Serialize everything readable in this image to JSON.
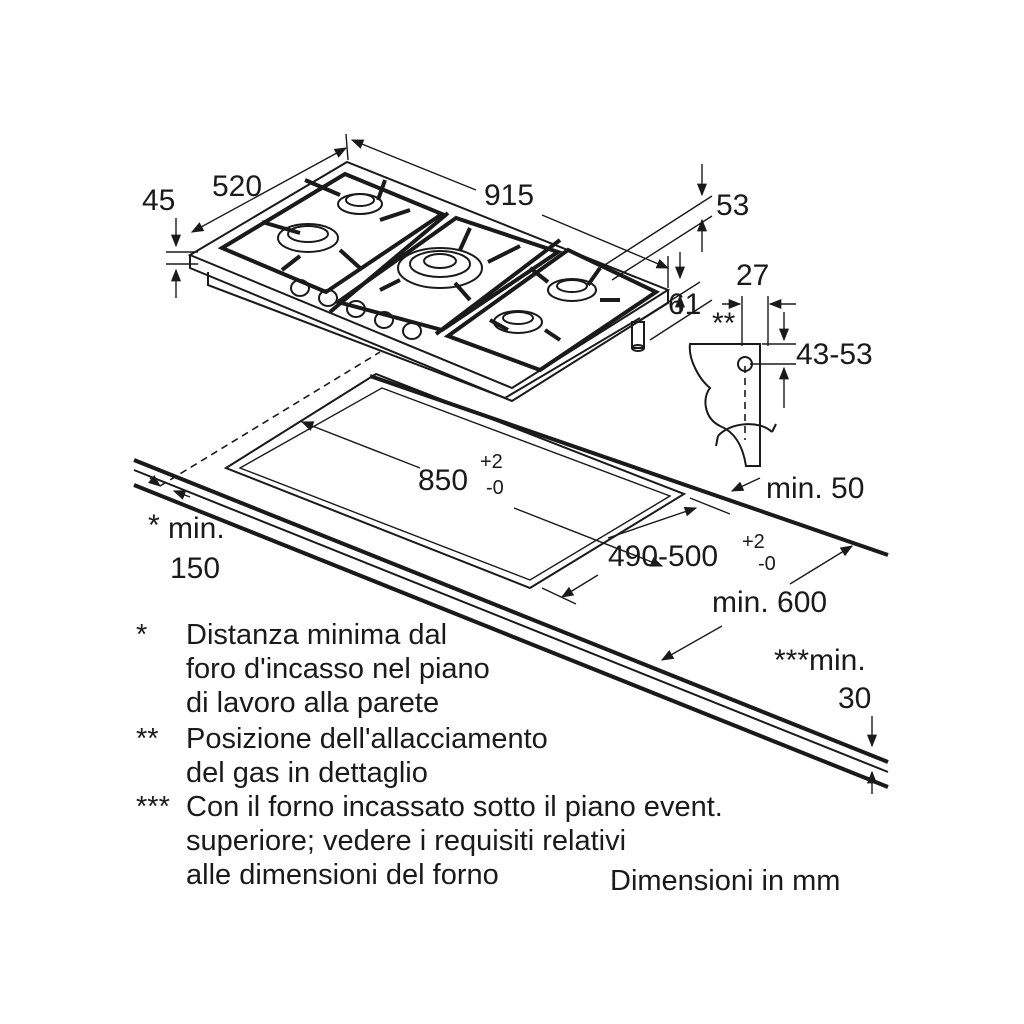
{
  "dimensions": {
    "depth_45": "45",
    "depth_520": "520",
    "width_915": "915",
    "height_53": "53",
    "height_61": "61",
    "conn_27": "27",
    "conn_stars": "**",
    "conn_43_53": "43-53",
    "cutout_850": "850",
    "cutout_850_tol_plus": "+2",
    "cutout_850_tol_minus": "-0",
    "min_50": "min. 50",
    "min_150_star": "*",
    "min_150_a": "min.",
    "min_150_b": "150",
    "cutout_490_500": "490-500",
    "cutout_490_tol_plus": "+2",
    "cutout_490_tol_minus": "-0",
    "min_600": "min. 600",
    "min_30_a": "***min.",
    "min_30_b": "30"
  },
  "notes": [
    {
      "marker": "*",
      "lines": [
        "Distanza minima dal",
        "foro d'incasso nel piano",
        "di lavoro alla parete"
      ]
    },
    {
      "marker": "**",
      "lines": [
        "Posizione dell'allacciamento",
        "del gas in dettaglio"
      ]
    },
    {
      "marker": "***",
      "lines": [
        "Con il forno incassato sotto il piano event.",
        "superiore; vedere i requisiti relativi",
        "alle dimensioni del forno"
      ]
    }
  ],
  "units_caption": "Dimensioni in mm"
}
